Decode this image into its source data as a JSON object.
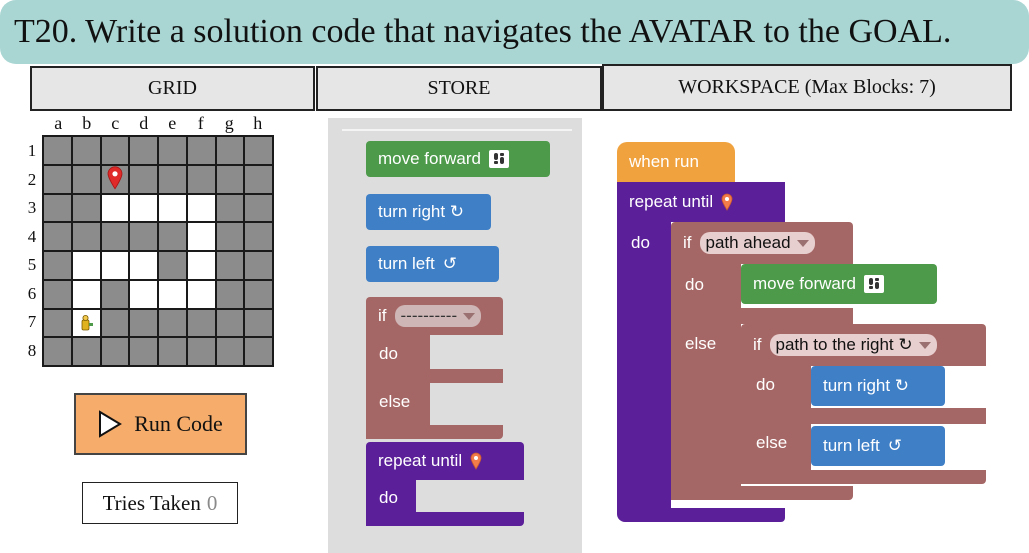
{
  "title": "T20. Write a solution code that navigates the AVATAR to the GOAL.",
  "panels": {
    "grid_header": "GRID",
    "store_header": "STORE",
    "workspace_header": "WORKSPACE (Max Blocks: 7)"
  },
  "grid": {
    "columns": [
      "a",
      "b",
      "c",
      "d",
      "e",
      "f",
      "g",
      "h"
    ],
    "rows": [
      "1",
      "2",
      "3",
      "4",
      "5",
      "6",
      "7",
      "8"
    ],
    "cells": [
      [
        0,
        0,
        0,
        0,
        0,
        0,
        0,
        0
      ],
      [
        0,
        0,
        0,
        0,
        0,
        0,
        0,
        0
      ],
      [
        0,
        0,
        1,
        1,
        1,
        1,
        0,
        0
      ],
      [
        0,
        0,
        0,
        0,
        0,
        1,
        0,
        0
      ],
      [
        0,
        1,
        1,
        1,
        0,
        1,
        0,
        0
      ],
      [
        0,
        1,
        0,
        1,
        1,
        1,
        0,
        0
      ],
      [
        0,
        1,
        0,
        0,
        0,
        0,
        0,
        0
      ],
      [
        0,
        0,
        0,
        0,
        0,
        0,
        0,
        0
      ]
    ],
    "goal": {
      "row": 2,
      "col": "c",
      "icon": "map-pin-icon"
    },
    "avatar": {
      "row": 7,
      "col": "b",
      "icon": "avatar-icon"
    }
  },
  "controls": {
    "run_label": "Run Code",
    "tries_label": "Tries Taken",
    "tries_count": "0"
  },
  "store": {
    "move_forward": "move forward",
    "turn_right": "turn right ↻",
    "turn_left": "turn left",
    "turn_left_glyph": "↺",
    "if_label": "if",
    "if_dropdown": "----------",
    "do_label": "do",
    "else_label": "else",
    "repeat_until": "repeat until",
    "repeat_do": "do"
  },
  "workspace": {
    "when_run": "when run",
    "repeat_until": "repeat until",
    "repeat_do": "do",
    "if_label": "if",
    "if_condition": "path ahead",
    "if_do": "do",
    "move_forward": "move forward",
    "else_label": "else",
    "inner_if_label": "if",
    "inner_if_condition": "path to the right ↻",
    "inner_do": "do",
    "turn_right": "turn right ↻",
    "inner_else": "else",
    "turn_left": "turn left",
    "turn_left_glyph": "↺"
  },
  "colors": {
    "title_bg": "#a9d6d3",
    "move_block": "#4c9a4a",
    "turn_block": "#3f7fc6",
    "if_block": "#a56765",
    "repeat_block": "#5b1f9a",
    "event_block": "#f0a23f",
    "run_button": "#f6ad6b"
  }
}
